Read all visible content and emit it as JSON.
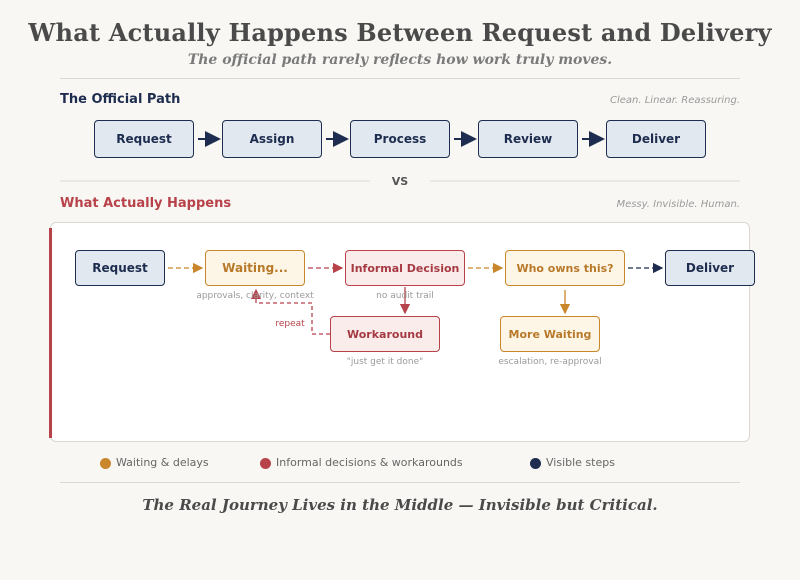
{
  "title": "What Actually Happens Between Request and Delivery",
  "subtitle": "The official path rarely reflects how work truly moves.",
  "official": {
    "heading": "The Official Path",
    "note": "Clean. Linear. Reassuring.",
    "steps": [
      "Request",
      "Assign",
      "Process",
      "Review",
      "Deliver"
    ]
  },
  "vs_label": "VS",
  "actual": {
    "heading": "What Actually Happens",
    "note": "Messy. Invisible. Human.",
    "nodes": {
      "request": "Request",
      "waiting": "Waiting...",
      "informal": "Informal Decision",
      "who_owns": "Who owns this?",
      "deliver": "Deliver",
      "workaround": "Workaround",
      "more_waiting": "More Waiting"
    },
    "captions": {
      "waiting": "approvals, clarity, context",
      "informal": "no audit trail",
      "workaround": "\"just get it done\"",
      "more_waiting": "escalation, re-approval",
      "repeat": "repeat"
    }
  },
  "legend": [
    {
      "label": "Waiting & delays",
      "color": "#c9862a"
    },
    {
      "label": "Informal decisions & workarounds",
      "color": "#b8424a"
    },
    {
      "label": "Visible steps",
      "color": "#1e2d4f"
    }
  ],
  "footer": "The Real Journey Lives in the Middle — Invisible but Critical.",
  "colors": {
    "navy": "#1e2d4f",
    "amber": "#c9862a",
    "red": "#b8424a"
  }
}
